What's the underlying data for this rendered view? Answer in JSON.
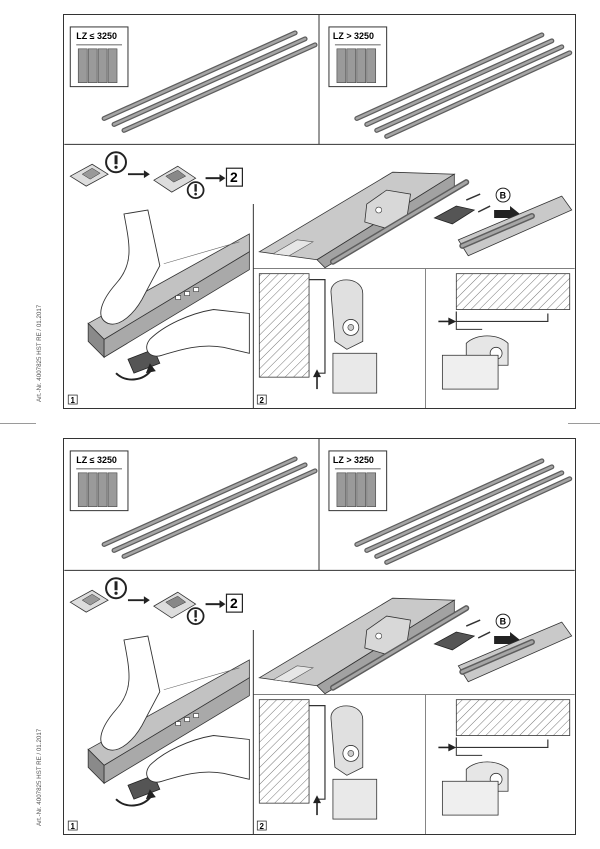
{
  "art_number": "Art.-Nr. 4007825 HST RE / 01.2017",
  "sheets": [
    {
      "lz_small": "LZ ≤ 3250",
      "lz_large": "LZ > 3250",
      "goto_step": "2",
      "callout_b": "B",
      "step1": "1",
      "step2": "2"
    },
    {
      "lz_small": "LZ ≤ 3250",
      "lz_large": "LZ > 3250",
      "goto_step": "2",
      "callout_b": "B",
      "step1": "1",
      "step2": "2"
    }
  ],
  "colors": {
    "rail": "#8f8f8f",
    "rail_dark": "#5e5e5e",
    "profile": "#b9b9b9",
    "hatch": "#777777"
  },
  "icons": [
    "warning-icon",
    "arrow-right-icon",
    "rotate-arrow-icon",
    "push-arrow-icon",
    "screw-icon",
    "hand-illustration"
  ]
}
